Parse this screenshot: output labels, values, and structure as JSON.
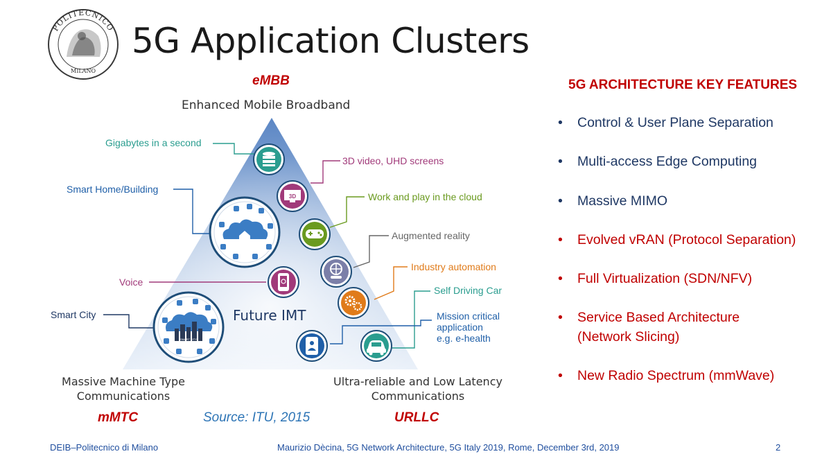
{
  "title": "5G Application Clusters",
  "logo": {
    "text_top": "POLITECNICO",
    "text_bottom": "MILANO"
  },
  "diagram": {
    "embb_tag": "eMBB",
    "embb_label": "Enhanced Mobile Broadband",
    "mmtc_tag": "mMTC",
    "mmtc_label_1": "Massive Machine Type",
    "mmtc_label_2": "Communications",
    "urllc_tag": "URLLC",
    "urllc_label_1": "Ultra-reliable and Low Latency",
    "urllc_label_2": "Communications",
    "center_label": "Future IMT",
    "smart_city_inner": "SMART CITY",
    "source": "Source: ITU, 2015",
    "callouts": {
      "gigabytes": "Gigabytes in a second",
      "smart_home": "Smart Home/Building",
      "video_3d": "3D video, UHD screens",
      "work_play": "Work and play in the cloud",
      "ar": "Augmented reality",
      "industry": "Industry automation",
      "self_driving": "Self Driving Car",
      "mission_1": "Mission critical",
      "mission_2": "application",
      "mission_3": "e.g. e-health",
      "voice": "Voice",
      "smart_city": "Smart City",
      "icon_3d": "3D"
    },
    "colors": {
      "teal": "#2a9d8f",
      "blue": "#1f5fa8",
      "purple": "#a13a7a",
      "green": "#6a9a1f",
      "gray": "#666666",
      "orange": "#e07b1a",
      "navy": "#1f3864",
      "red": "#c00000"
    }
  },
  "features": {
    "title": "5G ARCHITECTURE KEY FEATURES",
    "bullet": "•",
    "items": [
      {
        "line1": "Control & User Plane Separation",
        "line2": ""
      },
      {
        "line1": "Multi-access Edge Computing",
        "line2": ""
      },
      {
        "line1": "Massive MIMO",
        "line2": ""
      },
      {
        "line1": "Evolved vRAN (Protocol Separation)",
        "line2": ""
      },
      {
        "line1": "Full Virtualization (SDN/NFV)",
        "line2": ""
      },
      {
        "line1": "Service Based Architecture",
        "line2": "(Network Slicing)"
      },
      {
        "line1": "New Radio Spectrum (mmWave)",
        "line2": ""
      }
    ]
  },
  "footer": {
    "left": "DEIB–Politecnico di Milano",
    "center": "Maurizio Dècina, 5G Network Architecture, 5G Italy 2019, Rome, December 3rd, 2019",
    "page": "2"
  }
}
